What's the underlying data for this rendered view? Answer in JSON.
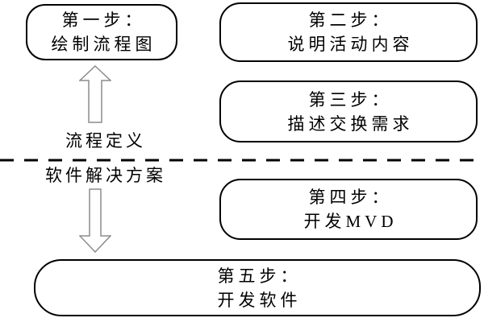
{
  "diagram": {
    "boxes": [
      {
        "id": "step1",
        "line1": "第一步：",
        "line2": "绘制流程图"
      },
      {
        "id": "step2",
        "line1": "第二步：",
        "line2": "说明活动内容"
      },
      {
        "id": "step3",
        "line1": "第三步：",
        "line2": "描述交换需求"
      },
      {
        "id": "step4",
        "line1": "第四步：",
        "line2": "开发MVD"
      },
      {
        "id": "step5",
        "line1": "第五步：",
        "line2": "开发软件"
      }
    ],
    "zone_labels": {
      "top": "流程定义",
      "bottom": "软件解决方案"
    },
    "colors": {
      "background": "#ffffff",
      "box_border": "#000000",
      "text": "#000000",
      "arrow_outline": "#8c8c8c",
      "arrow_fill": "#ffffff",
      "divider": "#000000"
    }
  }
}
